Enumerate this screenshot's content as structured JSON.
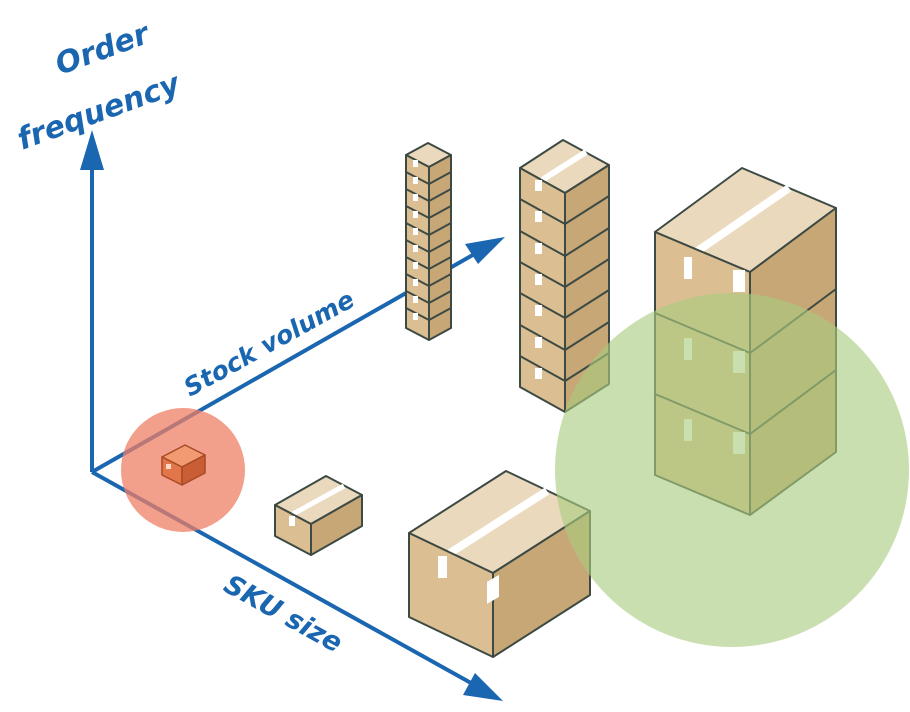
{
  "axes": {
    "vertical": {
      "line1": "Order",
      "line2": "frequency"
    },
    "depth": {
      "label": "Stock volume"
    },
    "horizontal": {
      "label": "SKU size"
    }
  },
  "colors": {
    "axis": "#1a66b0",
    "box_top": "#ead9bd",
    "box_left": "#dbbf93",
    "box_right": "#c8a777",
    "box_outline": "#3d4a44",
    "tape": "#ffffff",
    "highlight_small": "#ee7f66",
    "highlight_large": "#a9cc7e",
    "small_box": "#e0764a"
  },
  "icons": [
    "cardboard-box",
    "arrowhead"
  ]
}
